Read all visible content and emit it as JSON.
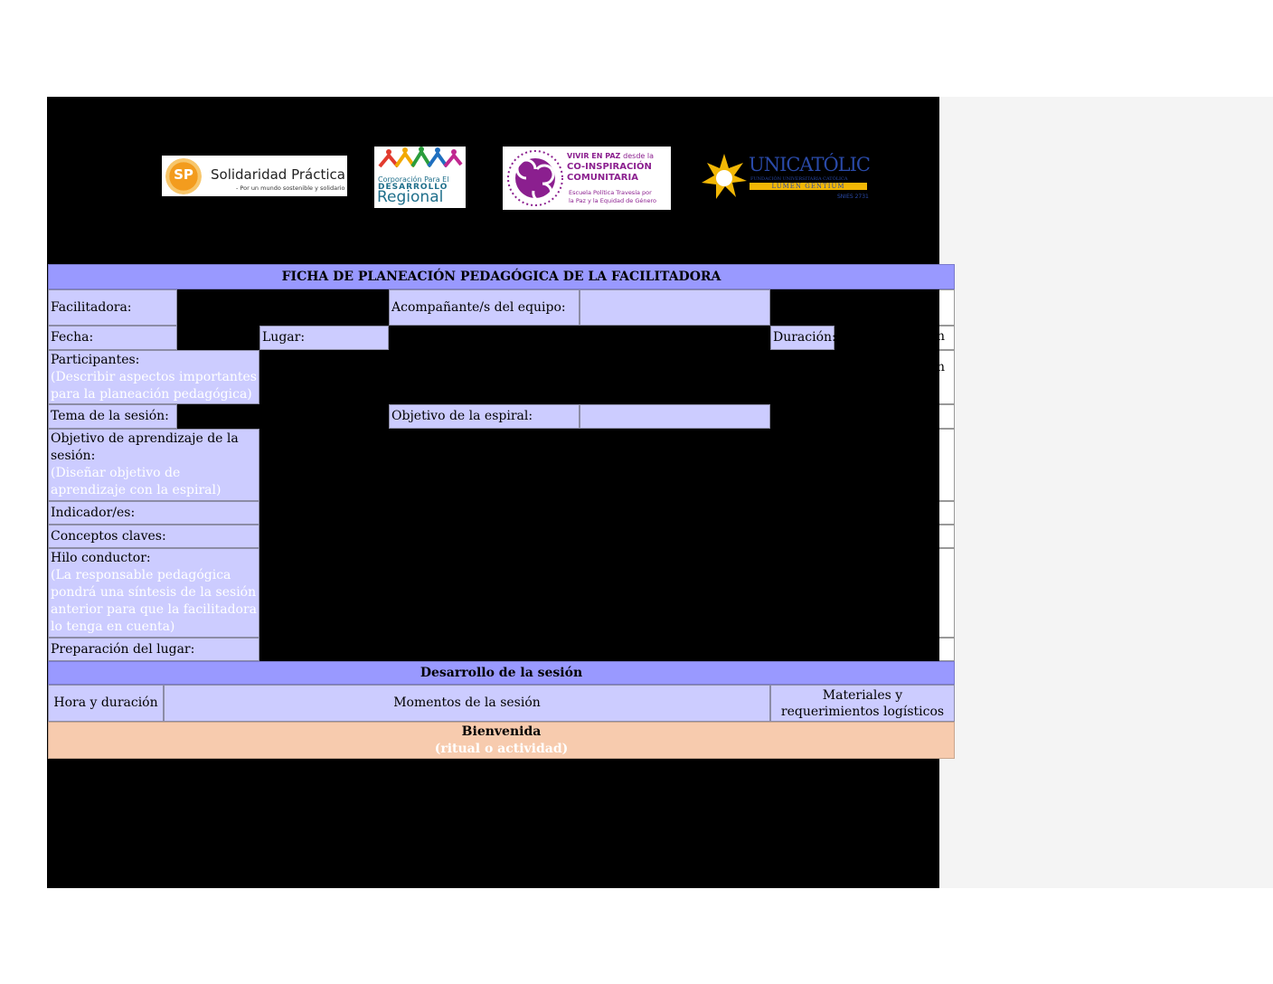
{
  "logos": {
    "sp_initials": "SP",
    "sp_name": "Solidaridad Práctica",
    "sp_tagline": "- Por un mundo sostenible y solidario",
    "cdr_line1": "Corporación Para El",
    "cdr_line2": "DESARROLLO",
    "cdr_line3": "Regional",
    "vp_line1": "VIVIR EN PAZ",
    "vp_line1b": "desde la",
    "vp_line2": "CO-INSPIRACIÓN",
    "vp_line3": "COMUNITARIA",
    "vp_line4": "Escuela Política Travesía por",
    "vp_line5": "la Paz y la Equidad de Género",
    "uc_name": "UNICATÓLICA",
    "uc_sub": "FUNDACIÓN UNIVERSITARIA CATÓLICA",
    "uc_motto": "LUMEN GENTIUM",
    "uc_code": "SNIES 2731"
  },
  "form": {
    "title": "FICHA DE PLANEACIÓN PEDAGÓGICA DE LA FACILITADORA",
    "facilitadora": "Facilitadora:",
    "acompanante": "Acompañante/s del equipo:",
    "fecha": "Fecha:",
    "lugar": "Lugar:",
    "duracion": "Duración:",
    "duracion_cut": "n",
    "participantes": "Participantes:",
    "participantes_hint": "(Describir aspectos importantes para la planeación pedagógica)",
    "participantes_cut": "n",
    "tema": "Tema de la sesión:",
    "objetivo_espiral": "Objetivo de la espiral:",
    "objetivo_aprendizaje": "Objetivo de aprendizaje de la sesión:",
    "objetivo_aprendizaje_hint": "(Diseñar objetivo de aprendizaje con la espiral)",
    "indicadores": "Indicador/es:",
    "conceptos": "Conceptos claves:",
    "hilo": "Hilo conductor:",
    "hilo_hint": "(La responsable pedagógica pondrá una síntesis de la sesión anterior para que la facilitadora lo tenga en cuenta)",
    "preparacion": "Preparación del lugar:"
  },
  "session": {
    "title": "Desarrollo de la sesión",
    "col_hora": "Hora y duración",
    "col_momentos": "Momentos de la sesión",
    "col_materiales": "Materiales y requerimientos logísticos",
    "bienvenida": "Bienvenida",
    "bienvenida_hint": "(ritual o actividad)"
  },
  "colors": {
    "header": "#9999ff",
    "label": "#ccccff",
    "bienvenida": "#f7cbae",
    "sp_orange": "#f39c1e",
    "vp_purple": "#8b1f8f",
    "uc_blue": "#2a4aa8",
    "uc_gold": "#f2b705"
  }
}
